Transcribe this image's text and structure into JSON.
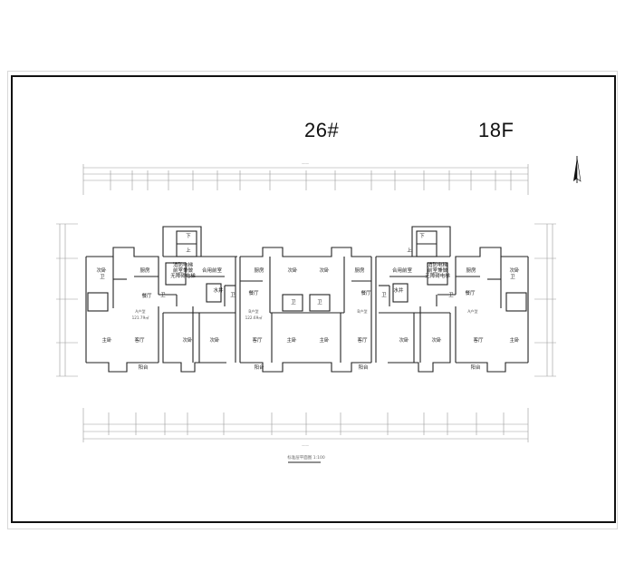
{
  "drawing": {
    "building_no": "26#",
    "floor_count": "18F",
    "plan_caption": "标准层平面图 1:100"
  },
  "dimensions": {
    "overall_top": "——",
    "overall_bottom": "——"
  },
  "rooms": {
    "bedroom_secondary": "次卧",
    "bedroom_master": "主卧",
    "kitchen": "厨房",
    "dining": "餐厅",
    "living": "客厅",
    "bathroom": "卫",
    "balcony": "阳台",
    "shared_lobby": "合用前室",
    "stair_down": "下",
    "stair_up": "上",
    "fire_lift_1": "消防电梯",
    "fire_lift_2": "前室兼做",
    "fire_lift_3": "无障碍电梯",
    "pipe_shaft": "水井"
  },
  "units": {
    "unit_a_type": "A户型",
    "unit_a_area": "121.79㎡",
    "unit_b_type": "B户型",
    "unit_b_area": "122.69㎡",
    "unit_c_type": "B户型",
    "unit_d_type": "A户型"
  },
  "colors": {
    "line": "#222222",
    "dim_line": "#888888",
    "accent": "#111111"
  }
}
